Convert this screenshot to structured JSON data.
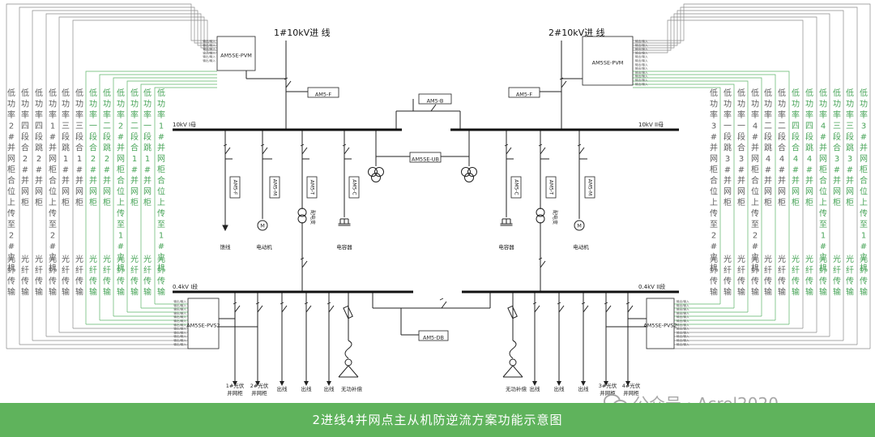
{
  "incoming_line_1": "1#10kV进 线",
  "incoming_line_2": "2#10kV进 线",
  "devices": {
    "pvm": "AM5SE-PVM",
    "pvs2": "AM5SE-PVS2",
    "ub": "AM5SE-UB",
    "b": "AM5-B",
    "f": "AM5-F",
    "m": "AM5-M",
    "t": "AM5-T",
    "c": "AM5-C",
    "db": "AM5-DB"
  },
  "bus": {
    "hv_1": "10kV I母",
    "hv_2": "10kV II母",
    "lv_1": "0.4kV I段",
    "lv_2": "0.4kV II段"
  },
  "loads": {
    "feeder": "馈线",
    "motor": "电动机",
    "transformer": "配电变",
    "capacitor": "电容器",
    "reactive_comp": "无功补偿",
    "outgoing": "出线",
    "pv_cabinet_1": "1#光伏并网柜",
    "pv_cabinet_2": "2#光伏并网柜",
    "pv_cabinet_3": "3#光伏并网柜",
    "pv_cabinet_4": "4#光伏并网柜",
    "motor_symbol": "M"
  },
  "left_columns": [
    {
      "label": "低功率2#并网柜合位上传至2#主机",
      "fiber": "光纤传输",
      "color": "#5e5e5e"
    },
    {
      "label": "低功率四段合2#并网柜",
      "fiber": "光纤传输",
      "color": "#5e5e5e"
    },
    {
      "label": "低功率四段跳2#并网柜",
      "fiber": "光纤传输",
      "color": "#5e5e5e"
    },
    {
      "label": "低功率1#并网柜合位上传至2#主机",
      "fiber": "光纤传输",
      "color": "#5e5e5e"
    },
    {
      "label": "低功率三段跳1#并网柜",
      "fiber": "光纤传输",
      "color": "#5e5e5e"
    },
    {
      "label": "低功率三段合1#并网柜",
      "fiber": "光纤传输",
      "color": "#5e5e5e"
    },
    {
      "label": "低功率一段合2#并网柜",
      "fiber": "光纤传输",
      "color": "#4aa55a"
    },
    {
      "label": "低功率二段跳2#并网柜",
      "fiber": "光纤传输",
      "color": "#4aa55a"
    },
    {
      "label": "低功率2#并网柜合位上传至1#主机",
      "fiber": "光纤传输",
      "color": "#4aa55a"
    },
    {
      "label": "低功率二段合1#并网柜",
      "fiber": "光纤传输",
      "color": "#4aa55a"
    },
    {
      "label": "低功率一段跳1#并网柜",
      "fiber": "光纤传输",
      "color": "#4aa55a"
    },
    {
      "label": "低功率1#并网柜合位上传至1#主机",
      "fiber": "光纤传输",
      "color": "#4aa55a"
    }
  ],
  "right_columns": [
    {
      "label": "低功率3#并网柜合位上传至2#主机",
      "fiber": "光纤传输",
      "color": "#5e5e5e"
    },
    {
      "label": "低功率一段跳3#并网柜",
      "fiber": "光纤传输",
      "color": "#5e5e5e"
    },
    {
      "label": "低功率一段合3#并网柜",
      "fiber": "光纤传输",
      "color": "#5e5e5e"
    },
    {
      "label": "低功率4#并网柜合位上传至2#主机",
      "fiber": "光纤传输",
      "color": "#5e5e5e"
    },
    {
      "label": "低功率二段跳4#并网柜",
      "fiber": "光纤传输",
      "color": "#5e5e5e"
    },
    {
      "label": "低功率二段合4#并网柜",
      "fiber": "光纤传输",
      "color": "#5e5e5e"
    },
    {
      "label": "低功率四段合4#并网柜",
      "fiber": "光纤传输",
      "color": "#4aa55a"
    },
    {
      "label": "低功率四段跳4#并网柜",
      "fiber": "光纤传输",
      "color": "#4aa55a"
    },
    {
      "label": "低功率4#并网柜合位上传至1#主机",
      "fiber": "光纤传输",
      "color": "#4aa55a"
    },
    {
      "label": "低功率三段合3#并网柜",
      "fiber": "光纤传输",
      "color": "#4aa55a"
    },
    {
      "label": "低功率三段跳3#并网柜",
      "fiber": "光纤传输",
      "color": "#4aa55a"
    },
    {
      "label": "低功率3#并网柜合位上传至1#主机",
      "fiber": "光纤传输",
      "color": "#4aa55a"
    }
  ],
  "port_label": "输出/输入",
  "footer_title": "2进线4并网点主从机防逆流方案功能示意图",
  "watermark": "公众号 · Acrel2020",
  "watermark_icon": "wechat-icon",
  "colors": {
    "line": "#222222",
    "gray_wire": "#8a8a8a",
    "green_wire": "#5cb56a",
    "banner": "#5fb35c"
  }
}
